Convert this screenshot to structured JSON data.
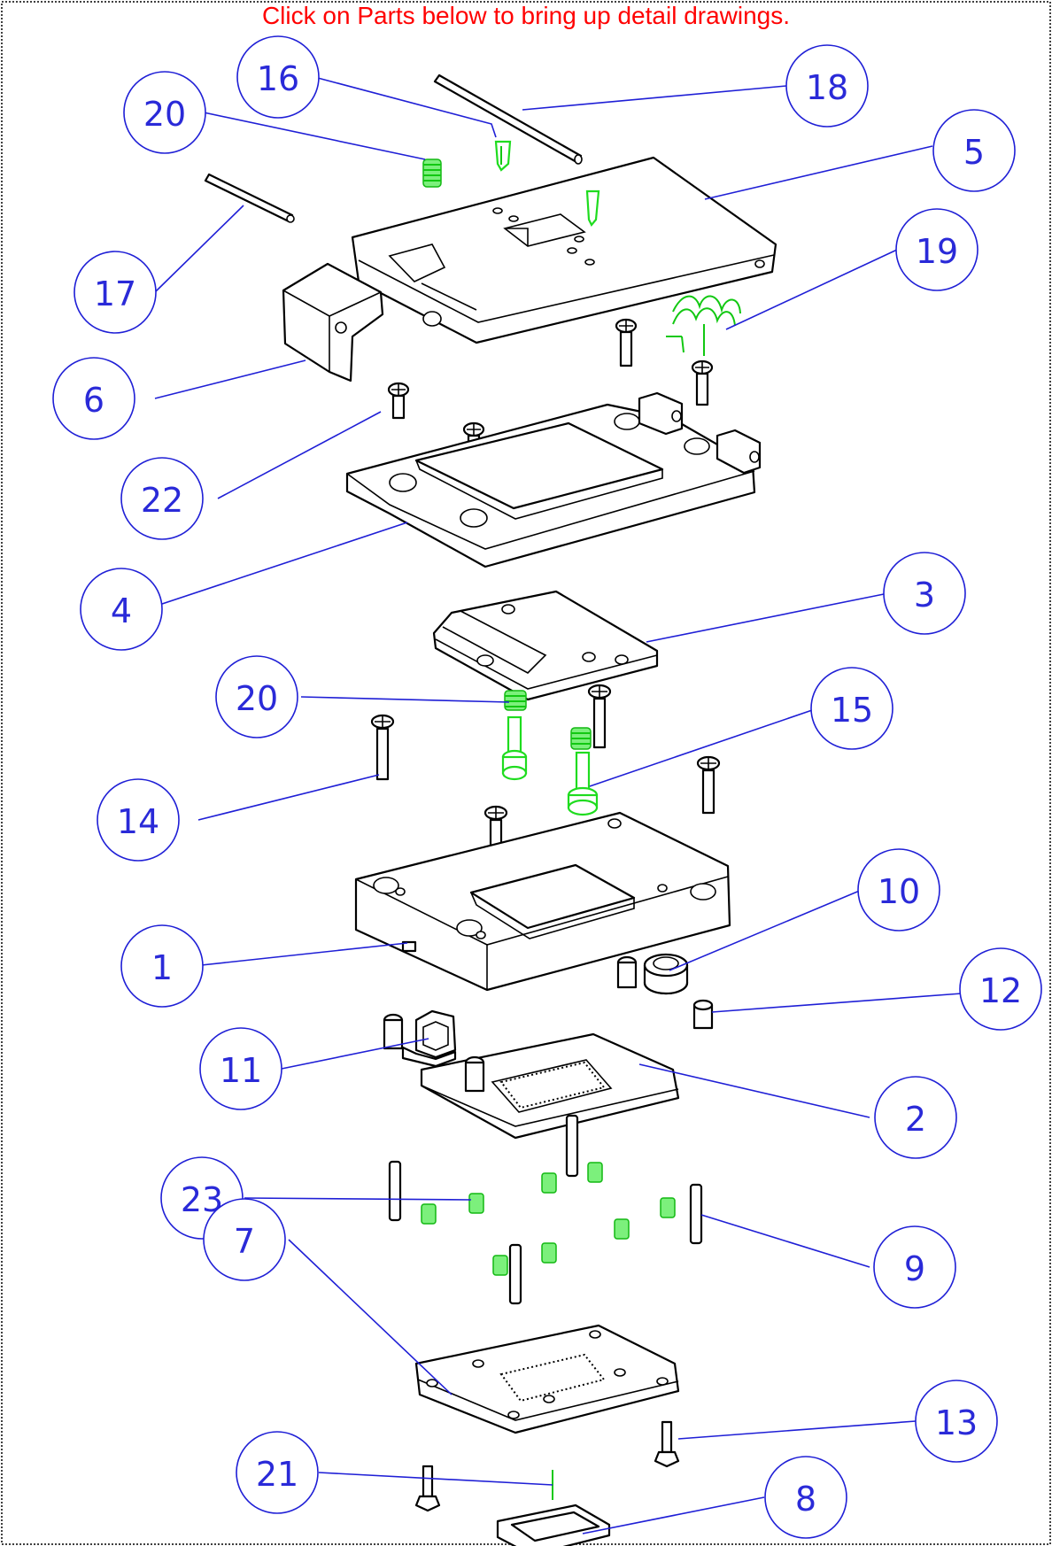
{
  "banner": {
    "text": "Click on Parts below to bring up detail drawings."
  },
  "balloons": [
    {
      "label": "16"
    },
    {
      "label": "18"
    },
    {
      "label": "20"
    },
    {
      "label": "5"
    },
    {
      "label": "19"
    },
    {
      "label": "17"
    },
    {
      "label": "6"
    },
    {
      "label": "22"
    },
    {
      "label": "4"
    },
    {
      "label": "3"
    },
    {
      "label": "20"
    },
    {
      "label": "15"
    },
    {
      "label": "14"
    },
    {
      "label": "10"
    },
    {
      "label": "1"
    },
    {
      "label": "12"
    },
    {
      "label": "11"
    },
    {
      "label": "2"
    },
    {
      "label": "23"
    },
    {
      "label": "9"
    },
    {
      "label": "7"
    },
    {
      "label": "13"
    },
    {
      "label": "21"
    },
    {
      "label": "8"
    }
  ],
  "colors": {
    "banner_text": "#ff0000",
    "callout": "#1f1fd6",
    "highlighted_part": "#1fdc1f",
    "line_art": "#000000"
  }
}
